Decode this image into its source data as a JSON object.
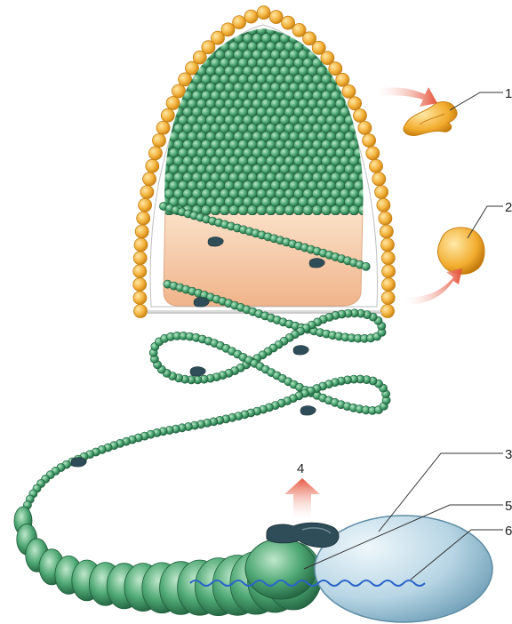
{
  "diagram": {
    "colors": {
      "lipid_head": "#f2b13a",
      "lipid_head_dark": "#c77f12",
      "bead_green": "#3f9a66",
      "bead_green_light": "#8fd0a4",
      "bead_green_dark": "#1f5e3b",
      "core_fill": "#f5c39c",
      "envelope_fill": "#7fb0c9",
      "envelope_light": "#d9ecf5",
      "protein_dark": "#2f4d58",
      "arrow_red": "#e5533a",
      "leader_line": "#333333",
      "rna_line": "#2a63c9"
    },
    "icons": {
      "released_protein_1": "irregular-protein-icon",
      "released_protein_2": "globular-protein-icon",
      "released_protein_4": "dimer-protein-icon",
      "packed_genome": "bead-chain-icon"
    },
    "callouts": [
      {
        "id": "c1",
        "label": "1"
      },
      {
        "id": "c2",
        "label": "2"
      },
      {
        "id": "c3",
        "label": "3"
      },
      {
        "id": "c4",
        "label": "4"
      },
      {
        "id": "c5",
        "label": "5"
      },
      {
        "id": "c6",
        "label": "6"
      }
    ]
  }
}
